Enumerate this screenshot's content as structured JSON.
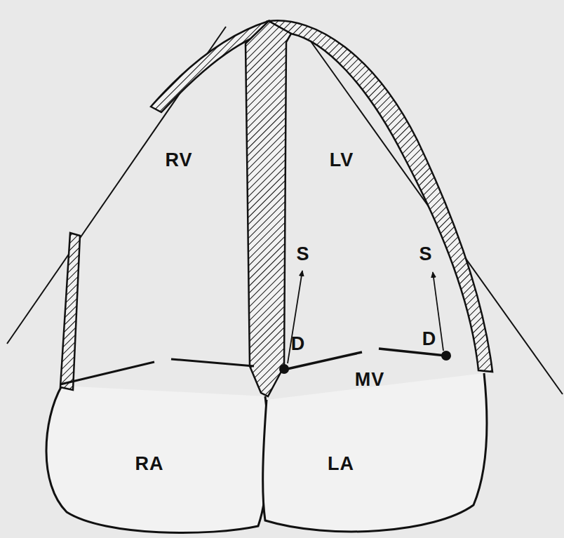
{
  "diagram": {
    "labels": [
      "RV",
      "LV",
      "S",
      "S",
      "D",
      "D",
      "MV",
      "RA",
      "LA"
    ]
  }
}
